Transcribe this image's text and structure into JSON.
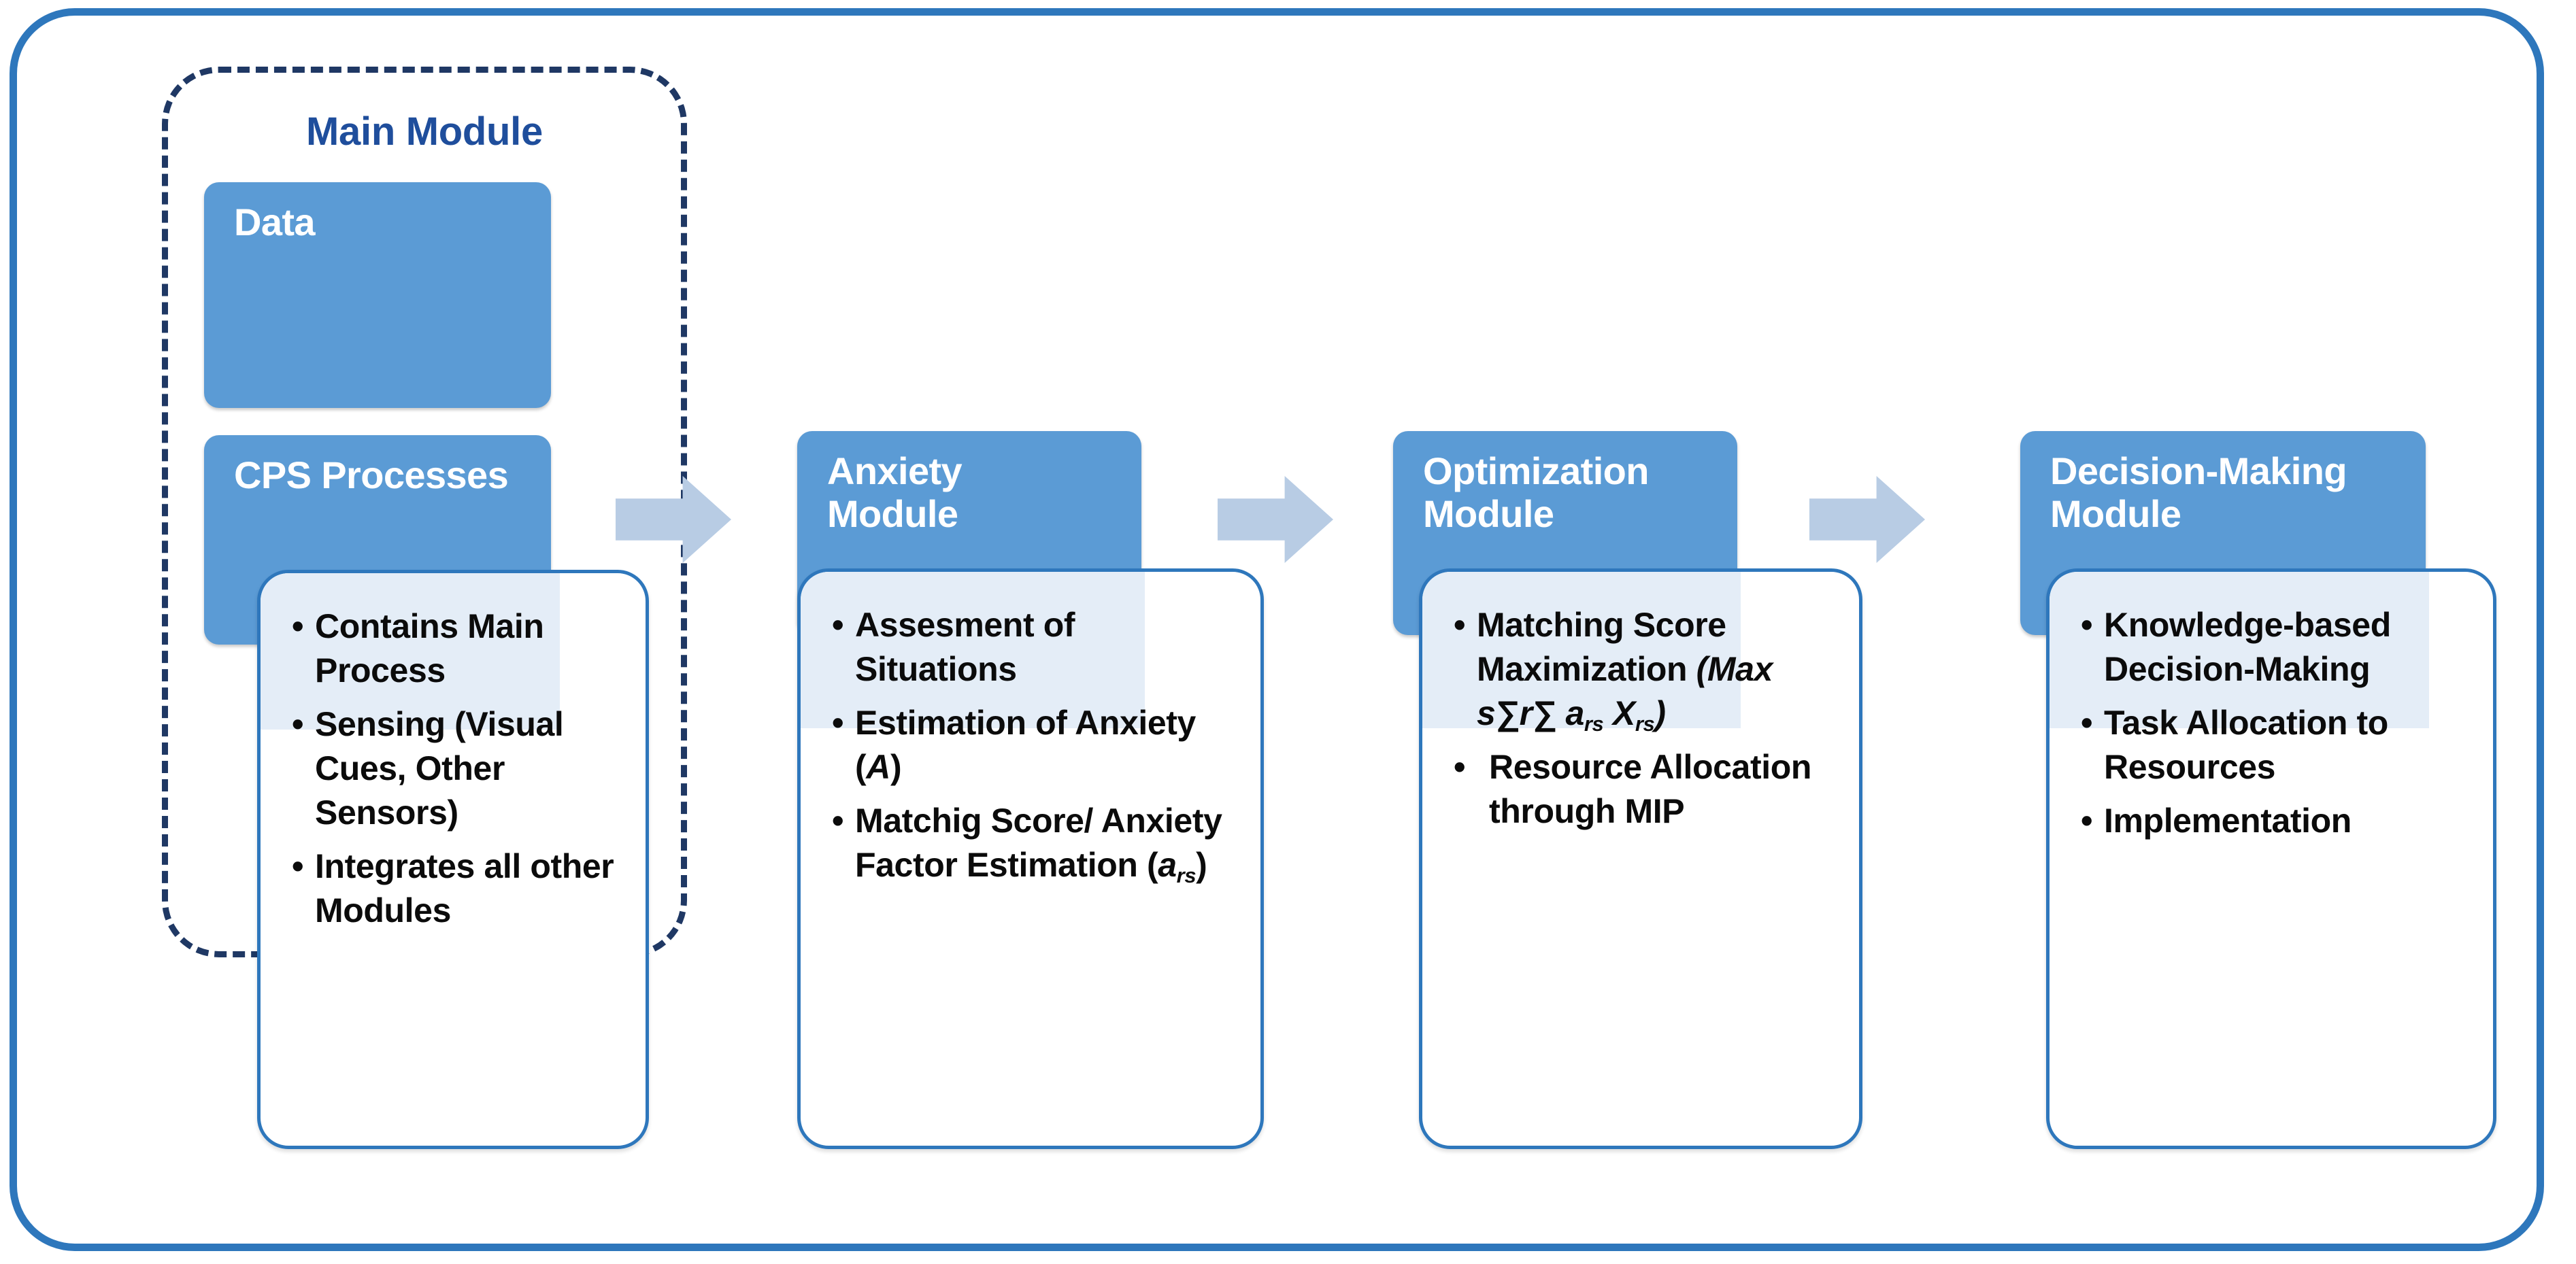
{
  "diagram": {
    "outer_frame_color": "#2E77BC",
    "dashed_region_color": "#1F3864",
    "header_box_color": "#5B9BD5",
    "arrow_color": "#B8CCE4",
    "card_border_color": "#2E77BC",
    "main_module_label": "Main Module"
  },
  "boxes": {
    "data": {
      "label": "Data"
    },
    "cps": {
      "label": "CPS Processes"
    },
    "anxiety": {
      "label": "Anxiety\nModule"
    },
    "optimization": {
      "label": "Optimization\nModule"
    },
    "decision": {
      "label": "Decision-Making\nModule"
    }
  },
  "cards": {
    "cps": {
      "bullets": [
        "Contains Main Process",
        "Sensing (Visual Cues, Other Sensors)",
        "Integrates all other Modules"
      ]
    },
    "anxiety": {
      "bullets": [
        "Assesment of Situations",
        "Estimation of Anxiety (A)",
        "Matchig Score/ Anxiety Factor Estimation (a_rs)"
      ],
      "bullet3_prefix": "Matchig Score/ Anxiety Factor Estimation (",
      "bullet3_var": "a",
      "bullet3_sub": "rs",
      "bullet3_suffix": ")",
      "bullet2_prefix": "Estimation of Anxiety (",
      "bullet2_var": "A",
      "bullet2_suffix": ")"
    },
    "optimization": {
      "bullets": [
        "Matching Score Maximization (Max s∑r∑ a_rs X_rs)",
        " Resource Allocation through MIP"
      ],
      "bullet1_text": "Matching Score Maximization ",
      "formula_open": "(",
      "formula_max": "Max s∑r∑ ",
      "formula_a": "a",
      "formula_a_sub": "rs",
      "formula_space": " ",
      "formula_x": "X",
      "formula_x_sub": "rs",
      "formula_close": ")",
      "bullet2_text": " Resource Allocation through MIP"
    },
    "decision": {
      "bullets": [
        "Knowledge-based Decision-Making",
        "Task Allocation to Resources",
        "Implementation"
      ]
    }
  },
  "arrows": {
    "arrow1_name": "main-to-anxiety",
    "arrow2_name": "anxiety-to-optimization",
    "arrow3_name": "optimization-to-decision"
  }
}
